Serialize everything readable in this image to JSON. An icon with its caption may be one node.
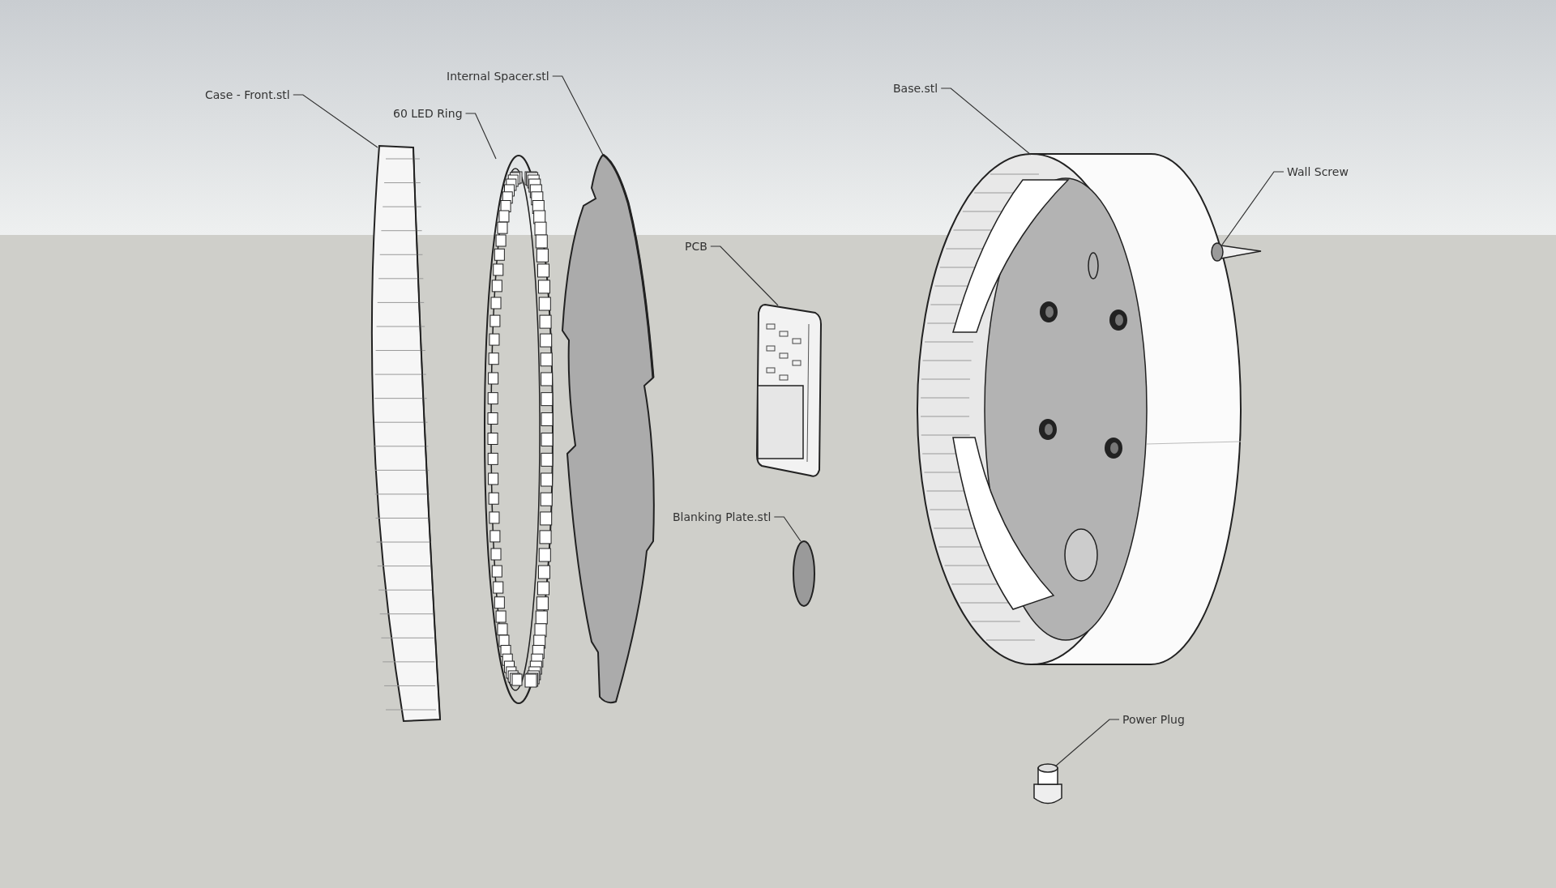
{
  "diagram": {
    "nodes": [
      {
        "text": [
          "Case - Front.stl"
        ]
      },
      {
        "text": [
          "60 LED Ring"
        ]
      },
      {
        "text": [
          "Internal Spacer.stl"
        ]
      },
      {
        "text": [
          "PCB"
        ]
      },
      {
        "text": [
          "Blanking Plate.stl"
        ]
      },
      {
        "text": [
          "Base.stl"
        ]
      },
      {
        "text": [
          "Wall Screw"
        ]
      },
      {
        "text": [
          "Power Plug"
        ]
      },
      {
        "text": [],
        "shape": "picture"
      },
      {
        "text": [],
        "shape": "picture"
      },
      {
        "text": [],
        "shape": "picture"
      },
      {
        "text": [],
        "shape": "picture"
      },
      {
        "text": [],
        "shape": "circle"
      },
      {
        "text": [],
        "shape": "picture"
      },
      {
        "text": [],
        "shape": "picture"
      },
      {
        "text": [],
        "shape": "picture"
      }
    ],
    "edges": [
      {
        "from": 0,
        "to": 8,
        "arrow": "none"
      },
      {
        "from": 1,
        "to": 9,
        "arrow": "none"
      },
      {
        "from": 2,
        "to": 10,
        "arrow": "none"
      },
      {
        "from": 3,
        "to": 11,
        "arrow": "none"
      },
      {
        "from": 4,
        "to": 12,
        "arrow": "none"
      },
      {
        "from": 5,
        "to": 13,
        "arrow": "none"
      },
      {
        "from": 6,
        "to": 14,
        "arrow": "none"
      },
      {
        "from": 7,
        "to": 15,
        "arrow": "none"
      }
    ]
  }
}
